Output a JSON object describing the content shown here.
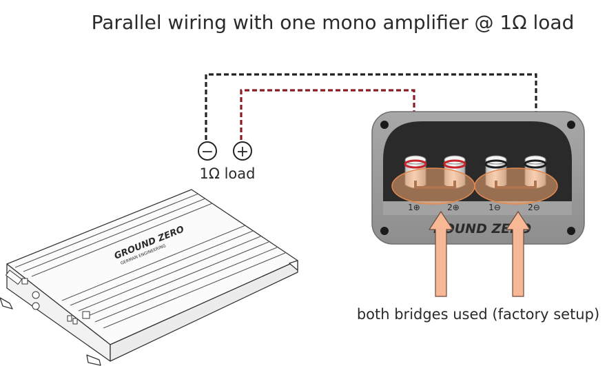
{
  "title": "Parallel wiring with one mono amplifier @ 1Ω load",
  "amp_terminals": {
    "negative_symbol": "−",
    "positive_symbol": "+",
    "load_label": "1Ω load"
  },
  "amplifier": {
    "brand": "GROUND ZERO",
    "sub_brand": "GERMAN ENGINEERING"
  },
  "speaker_terminal_box": {
    "brand": "ROUND ZERO",
    "terminals": [
      {
        "label": "1⊕",
        "ring_color": "#c8242c"
      },
      {
        "label": "2⊕",
        "ring_color": "#c8242c"
      },
      {
        "label": "1⊖",
        "ring_color": "#1d1d1d"
      },
      {
        "label": "2⊖",
        "ring_color": "#1d1d1d"
      }
    ]
  },
  "annotation": "both bridges used (factory setup)",
  "colors": {
    "positive_wire": "#8b1c24",
    "negative_wire": "#222222",
    "arrow_fill": "#f6b895",
    "bridge_highlight": "#f3a771"
  }
}
